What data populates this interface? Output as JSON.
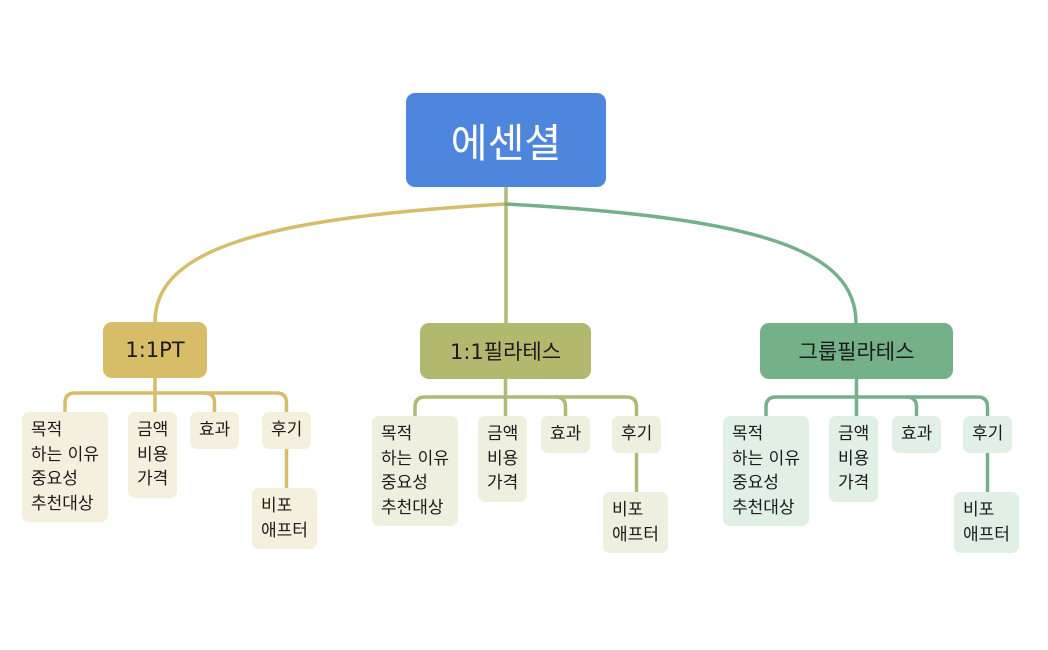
{
  "root": {
    "label": "에센셜",
    "color": "#4f86dd"
  },
  "branches": [
    {
      "id": "pt",
      "label": "1:1PT",
      "color": "#d7bd67",
      "line_color": "#d5bd6c",
      "leaf_bg": "#f5f0de",
      "leaves": [
        {
          "text": "목적\n하는 이유\n중요성\n추천대상"
        },
        {
          "text": "금액\n비용\n가격"
        },
        {
          "text": "효과"
        },
        {
          "text": "후기",
          "child": {
            "text": "비포\n애프터"
          }
        }
      ]
    },
    {
      "id": "pilates-1to1",
      "label": "1:1필라테스",
      "color": "#b3b86f",
      "line_color": "#b0b975",
      "leaf_bg": "#eeefdf",
      "leaves": [
        {
          "text": "목적\n하는 이유\n중요성\n추천대상"
        },
        {
          "text": "금액\n비용\n가격"
        },
        {
          "text": "효과"
        },
        {
          "text": "후기",
          "child": {
            "text": "비포\n애프터"
          }
        }
      ]
    },
    {
      "id": "group-pilates",
      "label": "그룹필라테스",
      "color": "#74b188",
      "line_color": "#76b08a",
      "leaf_bg": "#e1efe5",
      "leaves": [
        {
          "text": "목적\n하는 이유\n중요성\n추천대상"
        },
        {
          "text": "금액\n비용\n가격"
        },
        {
          "text": "효과"
        },
        {
          "text": "후기",
          "child": {
            "text": "비포\n애프터"
          }
        }
      ]
    }
  ]
}
